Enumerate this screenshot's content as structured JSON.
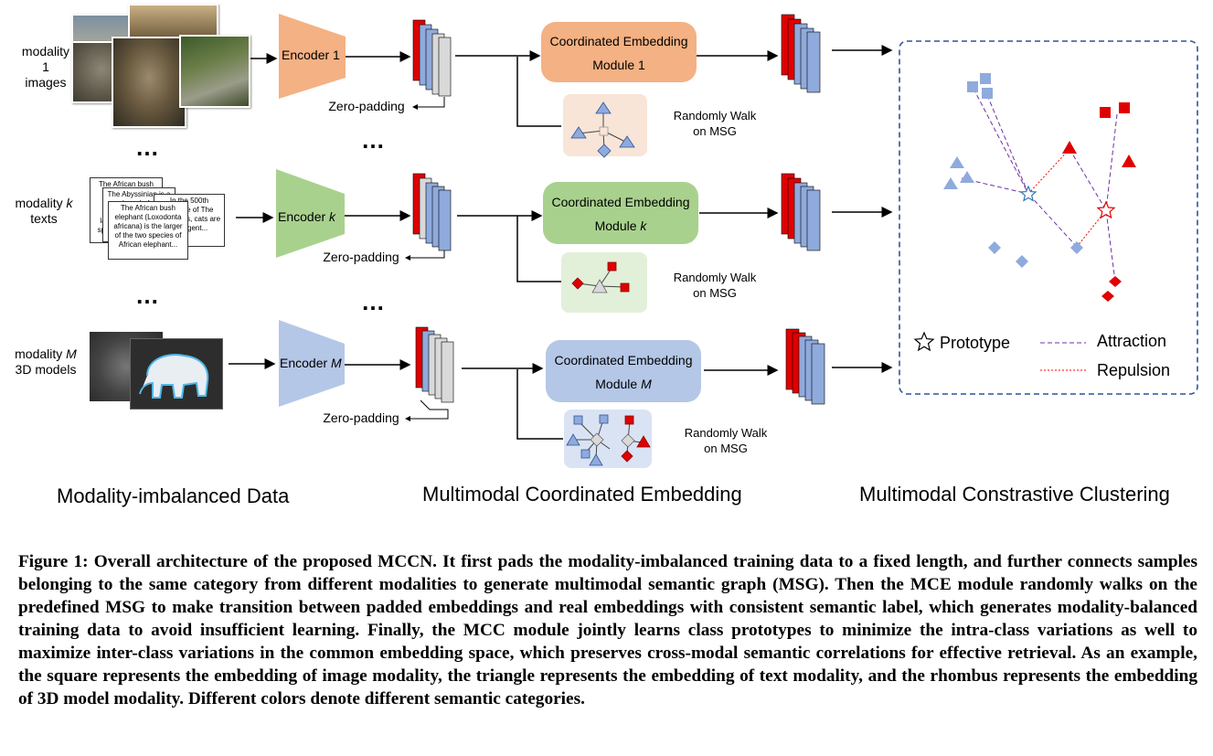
{
  "modalities": [
    {
      "line1": "modality 1",
      "line2": "images",
      "encoder_prefix": "Encoder ",
      "encoder_suffix": "1",
      "module_line1": "Coordinated Embedding",
      "module_line2_prefix": "Module ",
      "module_line2_suffix": "1",
      "walk_line1": "Randomly Walk",
      "walk_line2": "on MSG",
      "zero_padding": "Zero-padding",
      "colors": {
        "encoder": "#F4B183",
        "module": "#F4B183",
        "graph_bg": "#F8E5D8"
      }
    },
    {
      "line1_prefix": "modality ",
      "line1_suffix": "k",
      "line2": "texts",
      "encoder_prefix": "Encoder ",
      "encoder_suffix": "k",
      "module_line1": "Coordinated Embedding",
      "module_line2_prefix": "Module ",
      "module_line2_suffix": "k",
      "walk_line1": "Randomly Walk",
      "walk_line2": "on MSG",
      "zero_padding": "Zero-padding",
      "colors": {
        "encoder": "#A9D18E",
        "module": "#A9D18E",
        "graph_bg": "#E2F0D9"
      }
    },
    {
      "line1_prefix": "modality ",
      "line1_suffix": "M",
      "line2": "3D models",
      "encoder_prefix": "Encoder ",
      "encoder_suffix": "M",
      "module_line1": "Coordinated Embedding",
      "module_line2_prefix": "Module ",
      "module_line2_suffix": "M",
      "walk_line1": "Randomly Walk",
      "walk_line2": "on MSG",
      "zero_padding": "Zero-padding",
      "colors": {
        "encoder": "#B4C7E7",
        "module": "#B4C7E7",
        "graph_bg": "#DAE3F3"
      }
    }
  ],
  "text_docs": [
    "The African bush elephant (Loxodonta africana) is the larger of the two species of African elephant...",
    "The Abyssinian is a breed of...",
    "In the 500th episode of The Simpsons, cats are intelligent..."
  ],
  "ellipsis": "…",
  "legend": {
    "prototype": "Prototype",
    "attraction": "Attraction",
    "repulsion": "Repulsion"
  },
  "sections": {
    "data": "Modality-imbalanced Data",
    "embedding": "Multimodal Coordinated Embedding",
    "clustering": "Multimodal Constrastive Clustering"
  },
  "caption": "Figure 1: Overall architecture of the proposed MCCN. It first pads the modality-imbalanced training data to a fixed length, and further connects samples belonging to the same category from different modalities to generate multimodal semantic graph (MSG). Then the MCE module randomly walks on the predefined MSG to make transition between padded embeddings and real embeddings with consistent semantic label, which generates modality-balanced training data to avoid insufficient learning. Finally, the MCC module jointly learns class prototypes to minimize the intra-class variations as well to maximize inter-class variations in the common embedding space, which preserves cross-modal semantic correlations for effective retrieval. As an example, the square represents the embedding of image modality, the triangle represents the embedding of text modality, and the rhombus represents the embedding of 3D model modality. Different colors denote different semantic categories.",
  "colors": {
    "red": "#E00000",
    "blue": "#8FAADC",
    "dashed_border": "#2F5597",
    "attraction": "#7030A0",
    "repulsion": "#FF0000"
  }
}
